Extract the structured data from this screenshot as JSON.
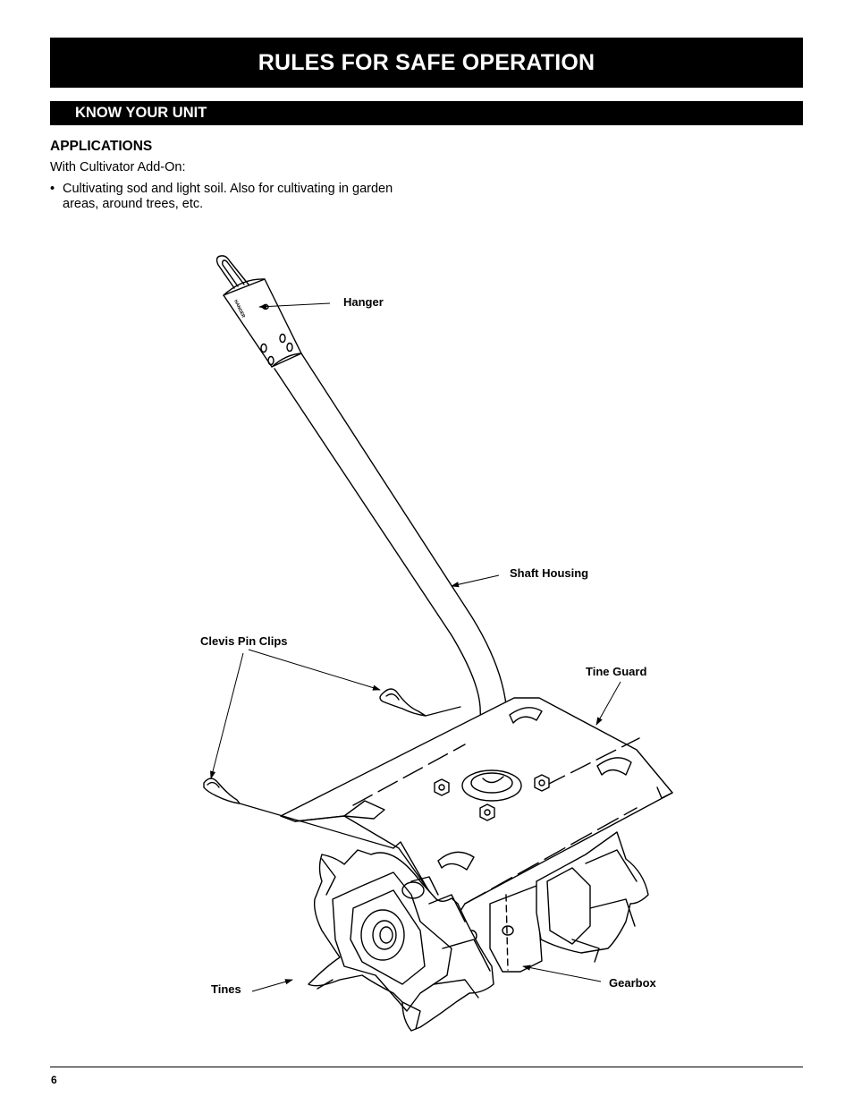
{
  "header": {
    "title": "RULES FOR SAFE OPERATION"
  },
  "section": {
    "title": "KNOW YOUR UNIT"
  },
  "applications": {
    "heading": "APPLICATIONS",
    "intro": "With Cultivator Add-On:",
    "bullets": [
      "Cultivating sod and light soil. Also for cultivating in garden areas, around trees, etc."
    ]
  },
  "figure": {
    "labels": {
      "hanger": "Hanger",
      "hanger_engraving": "HANGER",
      "shaft_housing": "Shaft Housing",
      "clevis_pin_clips": "Clevis Pin Clips",
      "tine_guard": "Tine Guard",
      "tines": "Tines",
      "gearbox": "Gearbox"
    }
  },
  "footer": {
    "page_number": "6"
  }
}
